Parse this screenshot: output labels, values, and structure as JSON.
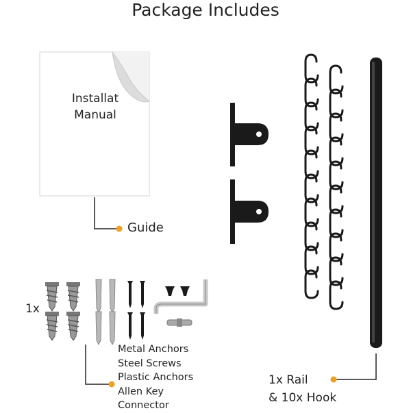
{
  "header": {
    "title": "Package Includes"
  },
  "manual": {
    "cover_text_line1": "Installat",
    "cover_text_line2": "Manual"
  },
  "guide": {
    "label": "Guide"
  },
  "hardware": {
    "quantity": "1x",
    "items": [
      "Metal Anchors",
      "Steel Screws",
      "Plastic Anchors",
      "Allen Key",
      "Connector"
    ]
  },
  "rail": {
    "line1": "1x Rail",
    "line2": "& 10x Hook"
  },
  "colors": {
    "accent": "#f0a020",
    "metal": "#1a1a1a",
    "line": "#222222"
  }
}
